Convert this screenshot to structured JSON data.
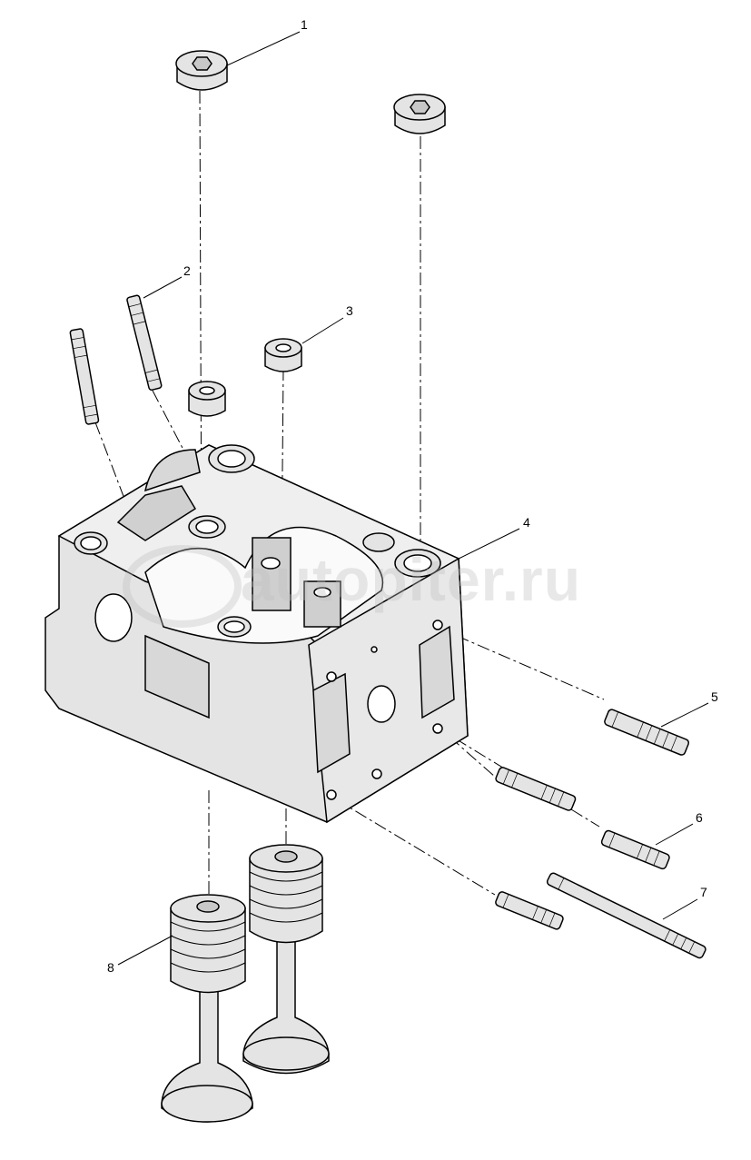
{
  "diagram": {
    "callouts": [
      {
        "number": "1",
        "part": "plug"
      },
      {
        "number": "2",
        "part": "stud"
      },
      {
        "number": "3",
        "part": "sleeve"
      },
      {
        "number": "4",
        "part": "cylinder-head"
      },
      {
        "number": "5",
        "part": "stud"
      },
      {
        "number": "6",
        "part": "stud"
      },
      {
        "number": "7",
        "part": "long-stud"
      },
      {
        "number": "8",
        "part": "valve"
      }
    ],
    "watermark": "autopiter.ru"
  },
  "colors": {
    "line": "#000000",
    "fill": "#e4e4e4",
    "shade": "#c8c8c8"
  }
}
